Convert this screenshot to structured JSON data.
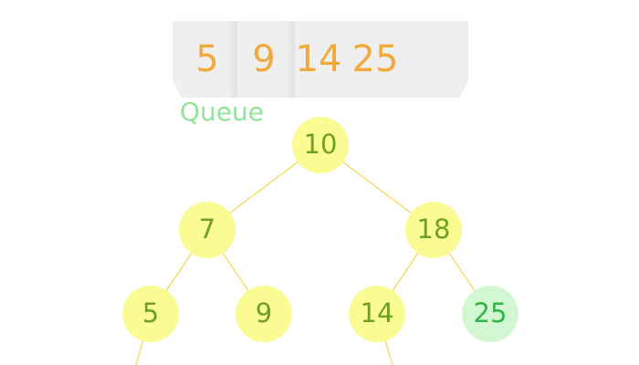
{
  "queue": {
    "items": [
      "5",
      "9",
      "14",
      "25"
    ],
    "label": "Queue"
  },
  "tree": {
    "nodes": [
      {
        "id": "n10",
        "label": "10",
        "state": "default"
      },
      {
        "id": "n7",
        "label": "7",
        "state": "default"
      },
      {
        "id": "n18",
        "label": "18",
        "state": "default"
      },
      {
        "id": "n5",
        "label": "5",
        "state": "default"
      },
      {
        "id": "n9",
        "label": "9",
        "state": "default"
      },
      {
        "id": "n14",
        "label": "14",
        "state": "default"
      },
      {
        "id": "n25",
        "label": "25",
        "state": "visited"
      }
    ],
    "edges": [
      [
        "n10",
        "n7"
      ],
      [
        "n10",
        "n18"
      ],
      [
        "n7",
        "n5"
      ],
      [
        "n7",
        "n9"
      ],
      [
        "n18",
        "n14"
      ],
      [
        "n18",
        "n25"
      ]
    ],
    "offscreen_edges": [
      "n5",
      "n14"
    ]
  },
  "colors": {
    "queue_bg": "#efefef",
    "queue_text": "#f2a93b",
    "queue_label": "#92e39a",
    "node_default_fill": "#fbfb94",
    "node_default_text": "#6fa11c",
    "node_visited_fill": "#d3f7d3",
    "node_visited_text": "#32b44a",
    "edge": "#f4d54c"
  }
}
